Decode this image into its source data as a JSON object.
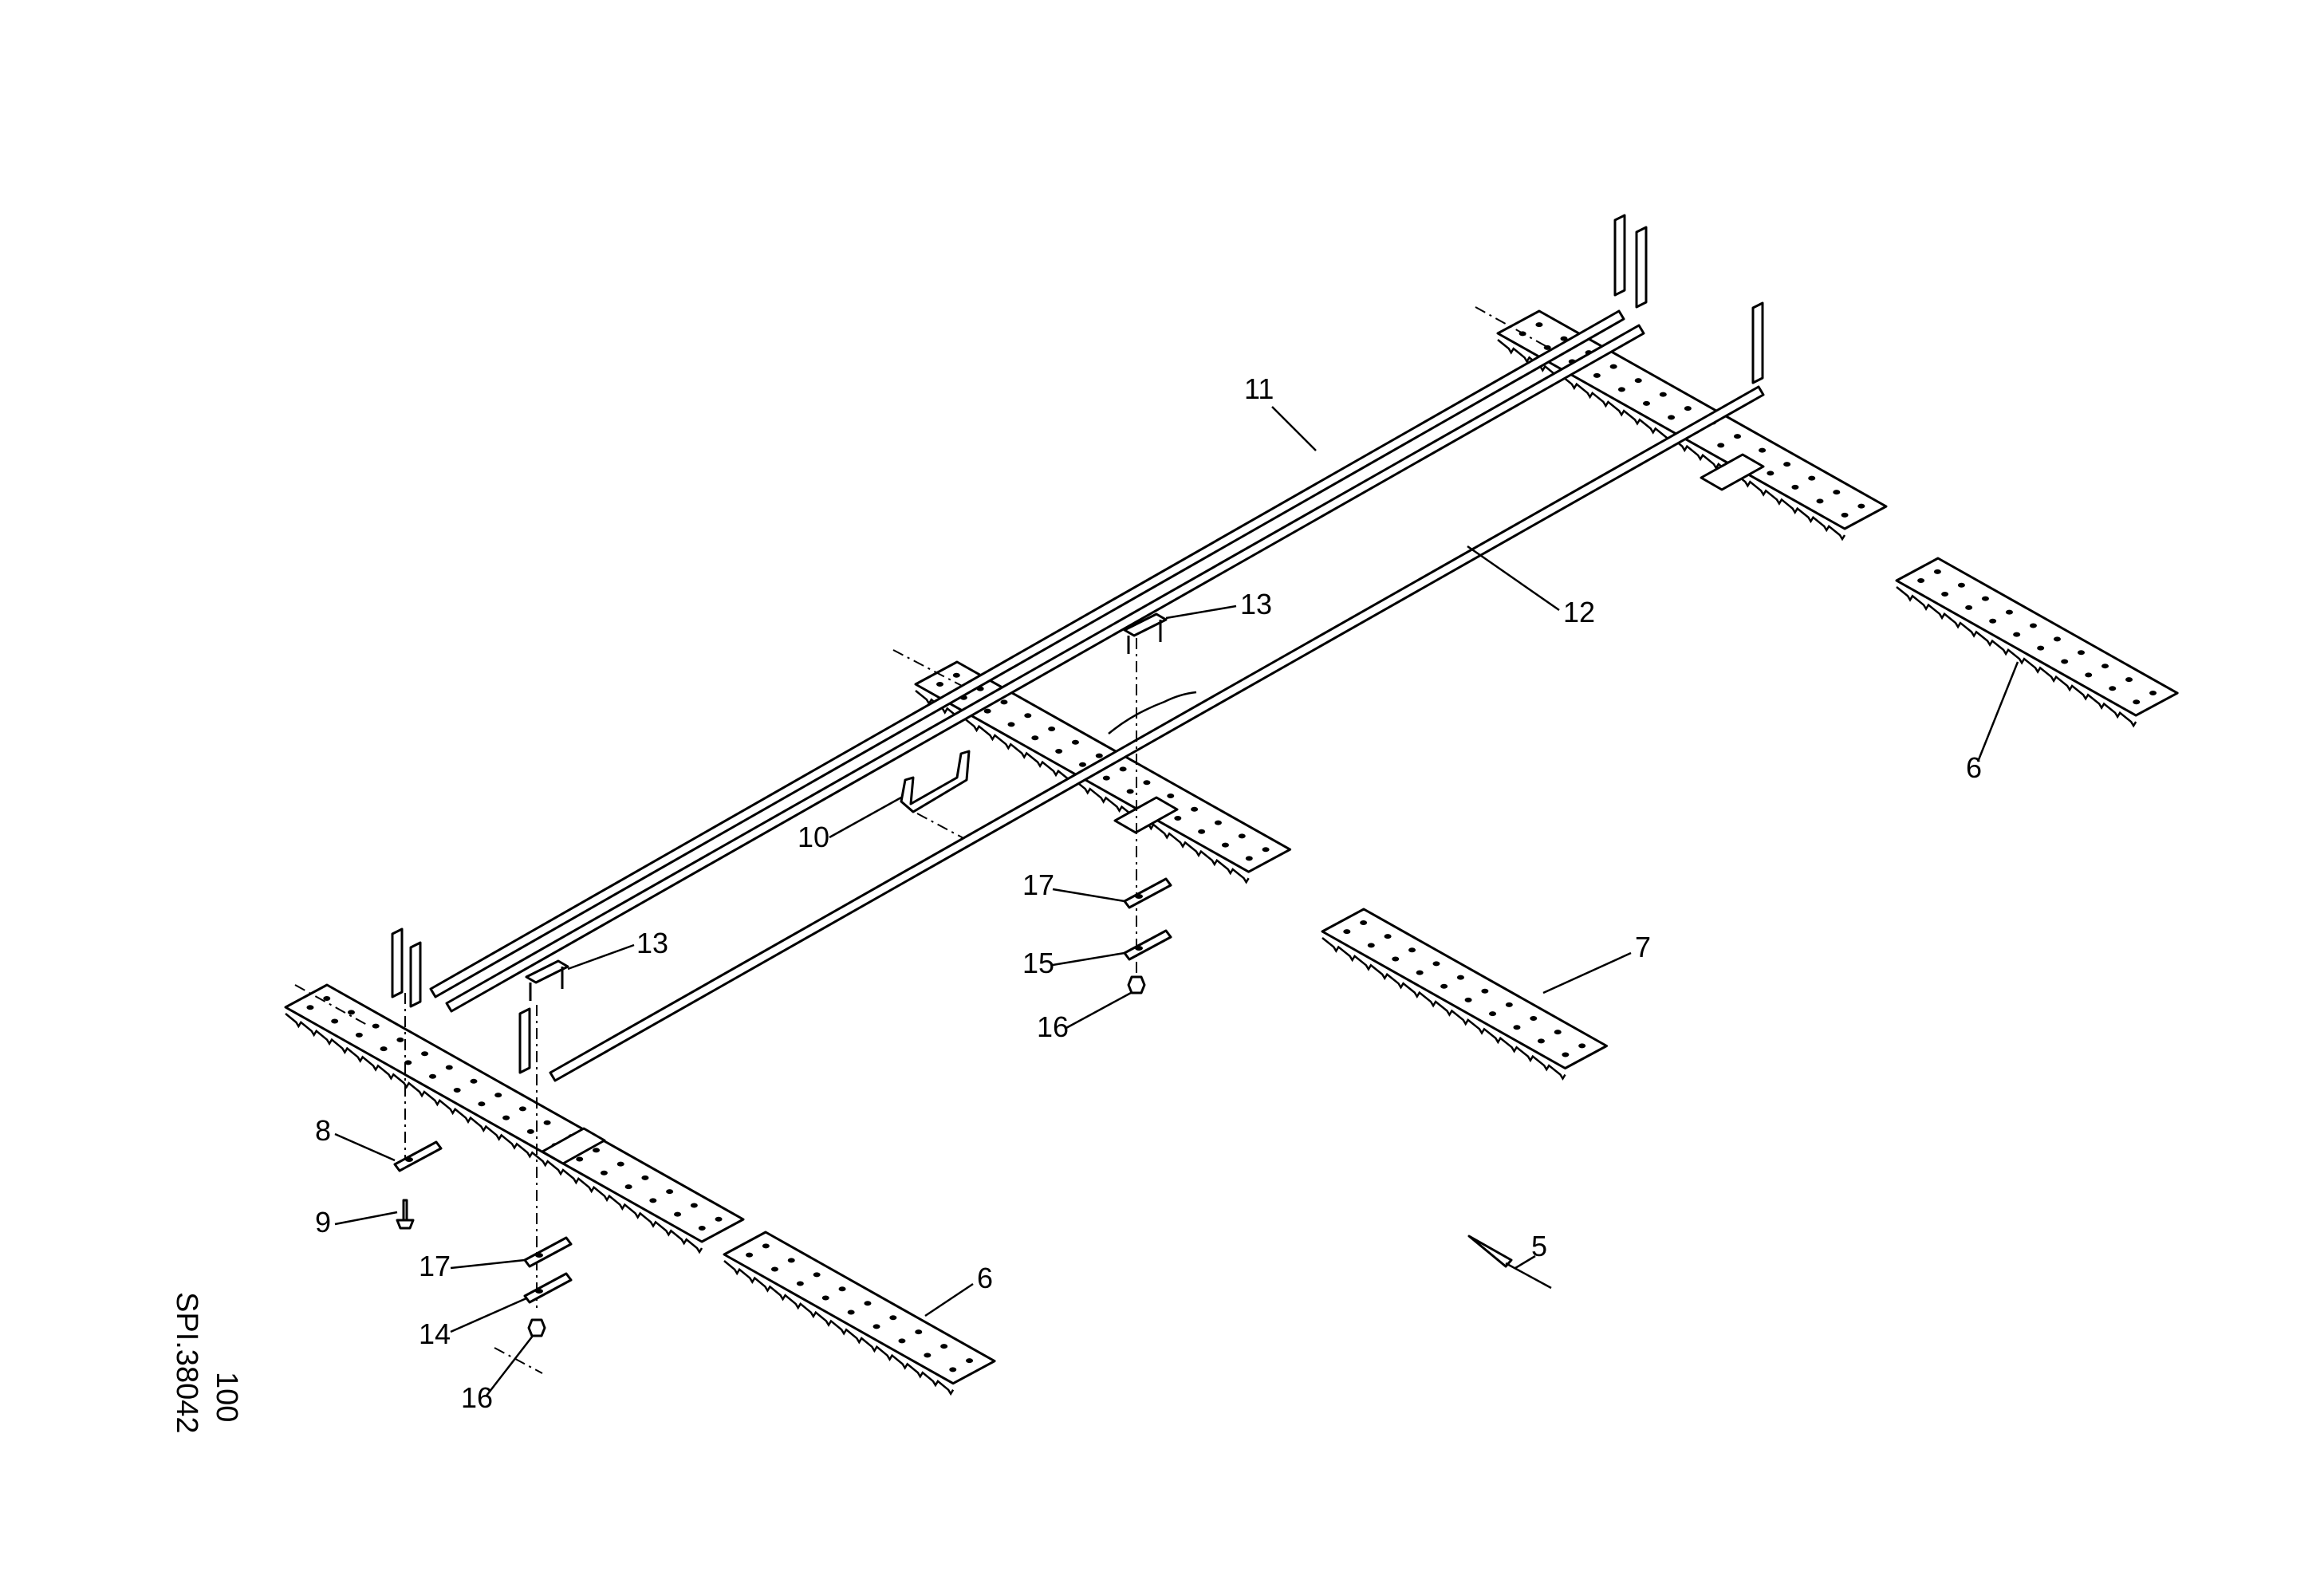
{
  "drawing": {
    "code": "SPI.38042",
    "page": "100"
  },
  "callouts": [
    {
      "id": "c5",
      "label": "5"
    },
    {
      "id": "c6a",
      "label": "6"
    },
    {
      "id": "c6b",
      "label": "6"
    },
    {
      "id": "c7",
      "label": "7"
    },
    {
      "id": "c8",
      "label": "8"
    },
    {
      "id": "c9",
      "label": "9"
    },
    {
      "id": "c10",
      "label": "10"
    },
    {
      "id": "c11",
      "label": "11"
    },
    {
      "id": "c12",
      "label": "12"
    },
    {
      "id": "c13a",
      "label": "13"
    },
    {
      "id": "c13b",
      "label": "13"
    },
    {
      "id": "c14",
      "label": "14"
    },
    {
      "id": "c15",
      "label": "15"
    },
    {
      "id": "c16a",
      "label": "16"
    },
    {
      "id": "c16b",
      "label": "16"
    },
    {
      "id": "c17a",
      "label": "17"
    },
    {
      "id": "c17b",
      "label": "17"
    }
  ]
}
